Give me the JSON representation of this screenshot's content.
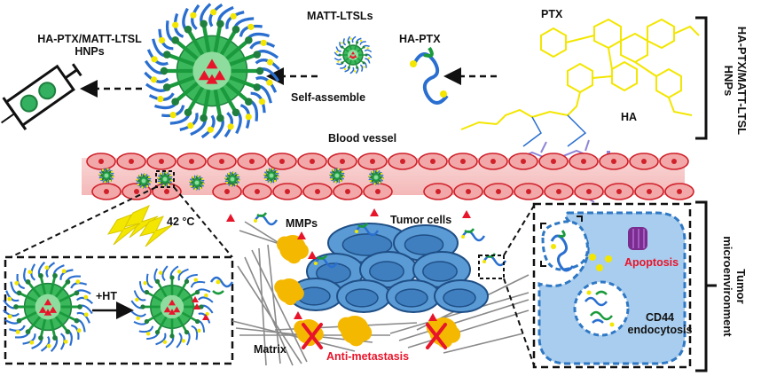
{
  "top": {
    "hnps_title": "HA-PTX/MATT-LTSL",
    "hnps_sub": "HNPs",
    "matt_ltsls": "MATT-LTSLs",
    "ha_ptx": "HA-PTX",
    "ptx": "PTX",
    "self_assemble": "Self-assemble",
    "ha": "HA",
    "vertical_label_line1": "HA-PTX/MATT-LTSL",
    "vertical_label_line2": "HNPs"
  },
  "middle": {
    "blood_vessel": "Blood vessel",
    "temperature": "42 °C"
  },
  "bottom": {
    "ht_label": "+HT",
    "mmps": "MMPs",
    "tumor_cells": "Tumor cells",
    "matrix": "Matrix",
    "anti_metastasis": "Anti-metastasis",
    "apoptosis": "Apoptosis",
    "cd44_line1": "CD44",
    "cd44_line2": "endocytosis",
    "vertical_label_line1": "Tumor",
    "vertical_label_line2": "microenvironment"
  },
  "colors": {
    "vessel_wall": "#f5c2c2",
    "rbc_red": "#d0202a",
    "rbc_fill": "#f2a8a8",
    "liposome_green": "#1a9a3c",
    "polymer_blue": "#2a6fd0",
    "tumor_blue": "#5b9bd5",
    "ptx_yellow": "#f3e600",
    "ha_lavender": "#8f86d6",
    "mmp_orange": "#f5b800",
    "alert_red": "#e8142a"
  }
}
